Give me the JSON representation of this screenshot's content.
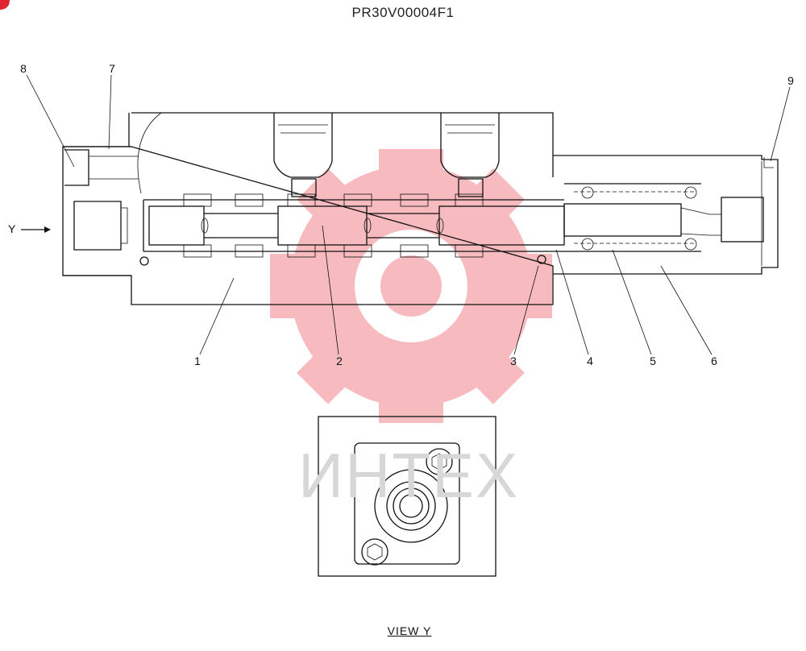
{
  "drawing_code": "PR30V00004F1",
  "view_label": "VIEW  Y",
  "arrow_label": "Y",
  "watermark_text": "ИНТЕХ",
  "callouts": [
    "1",
    "2",
    "3",
    "4",
    "5",
    "6",
    "7",
    "8",
    "9"
  ],
  "colors": {
    "line": "#111111",
    "watermark_logo": "#f2a0a6",
    "watermark_text": "#d7d7d7",
    "corner_badge": "#e0242f"
  }
}
